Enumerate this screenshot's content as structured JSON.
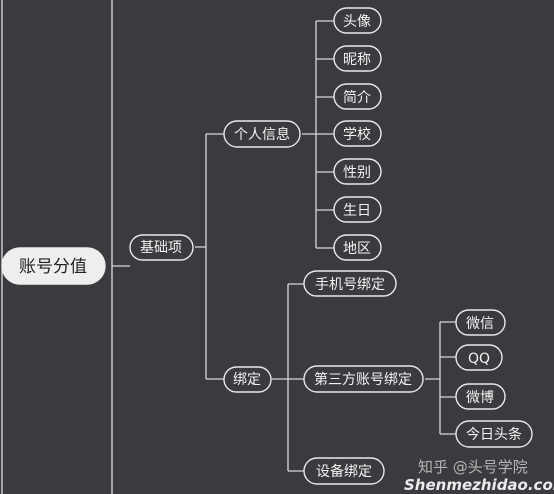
{
  "mindmap": {
    "root": "账号分值",
    "basic": {
      "label": "基础项",
      "personal_info": {
        "label": "个人信息",
        "items": [
          "头像",
          "昵称",
          "简介",
          "学校",
          "性别",
          "生日",
          "地区"
        ]
      }
    },
    "binding": {
      "label": "绑定",
      "phone": "手机号绑定",
      "third_party": {
        "label": "第三方账号绑定",
        "items": [
          "微信",
          "QQ",
          "微博",
          "今日头条"
        ]
      },
      "device": "设备绑定"
    }
  },
  "watermark": {
    "zhihu": "知乎 @头号学院",
    "site": "Shenmezhidao.com"
  },
  "colors": {
    "background": "#3a3b3f",
    "node_border": "#e9e9e9",
    "root_fill": "#eeeeee"
  }
}
